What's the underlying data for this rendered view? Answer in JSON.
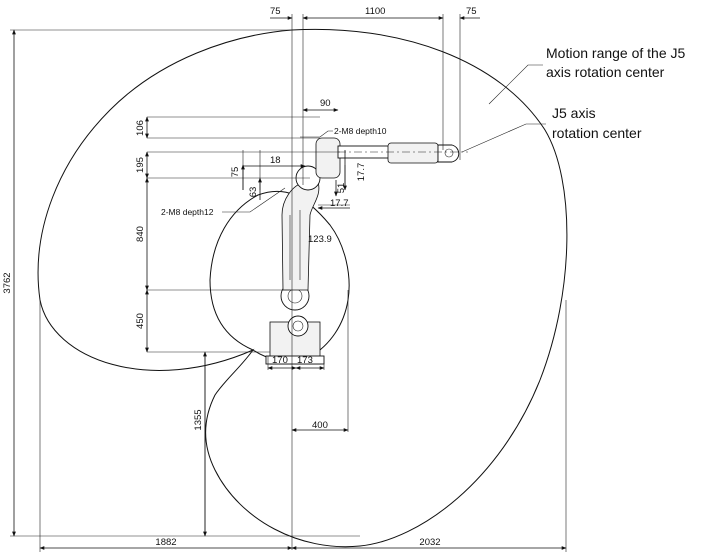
{
  "callouts": {
    "motion_range_line1": "Motion range of the J5",
    "motion_range_line2": "axis rotation center",
    "j5_center_line1": "J5 axis",
    "j5_center_line2": "rotation center"
  },
  "notes": {
    "m8_depth10": "2-M8 depth10",
    "m8_depth12": "2-M8 depth12"
  },
  "dimensions": {
    "top_75_left": "75",
    "top_1100": "1100",
    "top_75_right": "75",
    "d90": "90",
    "d106": "106",
    "d195": "195",
    "d18": "18",
    "d75_small": "75",
    "d63": "63",
    "d17_7_vertical": "17.7",
    "d51": "51",
    "d17_7_horizontal": "17.7",
    "d840": "840",
    "d123_9": "123.9",
    "d450": "450",
    "d170": "170",
    "d173": "173",
    "d400": "400",
    "d1355": "1355",
    "d3762": "3762",
    "d1882": "1882",
    "d2032": "2032"
  }
}
